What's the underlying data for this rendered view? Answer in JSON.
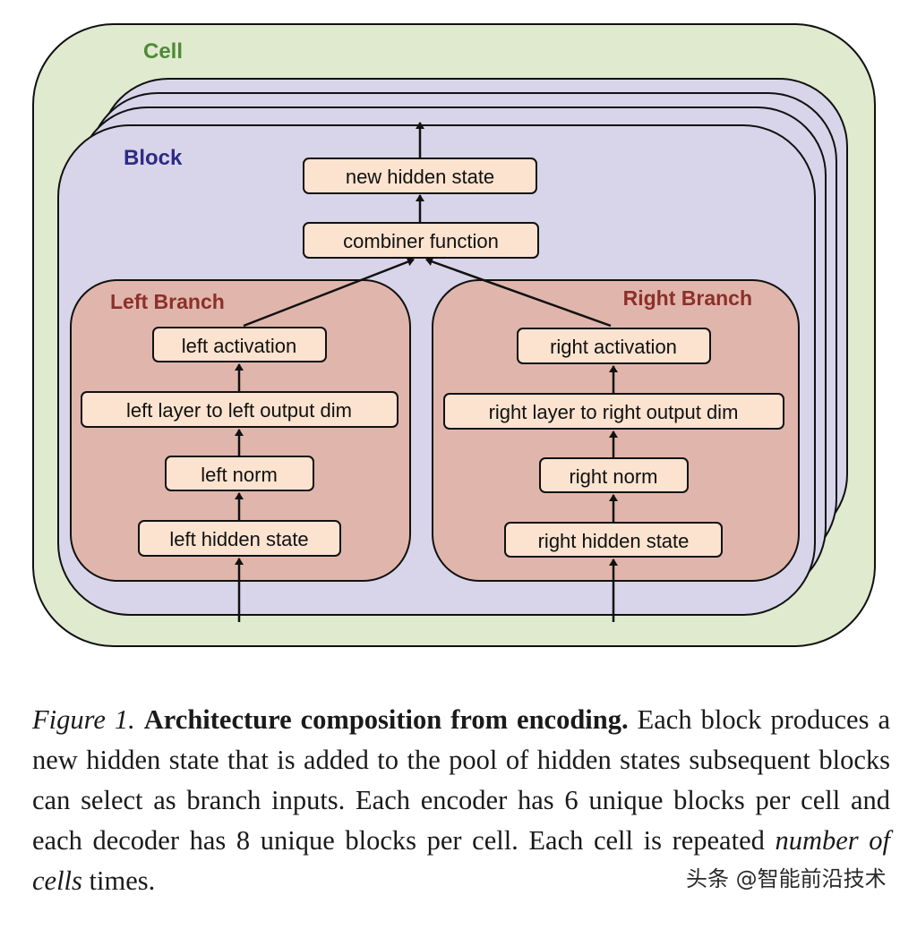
{
  "diagram": {
    "cell_label": "Cell",
    "block_label": "Block",
    "new_hidden_state": "new hidden state",
    "combiner_function": "combiner function",
    "left_branch": {
      "title": "Left Branch",
      "activation": "left activation",
      "layer": "left layer to left output dim",
      "norm": "left norm",
      "hidden_state": "left hidden state"
    },
    "right_branch": {
      "title": "Right Branch",
      "activation": "right activation",
      "layer": "right layer to right output dim",
      "norm": "right norm",
      "hidden_state": "right hidden state"
    },
    "colors": {
      "cell_fill": "#dfeacf",
      "block_fill": "#d8d5ea",
      "branch_fill": "#e0b6ac",
      "node_fill": "#fbe3cf",
      "cell_label": "#4f8a37",
      "block_label": "#2d2a86",
      "branch_label": "#8d2f2a"
    }
  },
  "caption": {
    "figure": "Figure 1.",
    "title": "Architecture composition from encoding.",
    "text_1": " Each block produces a new hidden state that is added to the pool of hidden states subsequent blocks can select as branch inputs. Each encoder has 6 unique blocks per cell and each decoder has 8 unique blocks per cell. Each cell is repeated ",
    "emphasis": "number of cells",
    "text_2": " times."
  },
  "watermark": "头条 @智能前沿技术"
}
